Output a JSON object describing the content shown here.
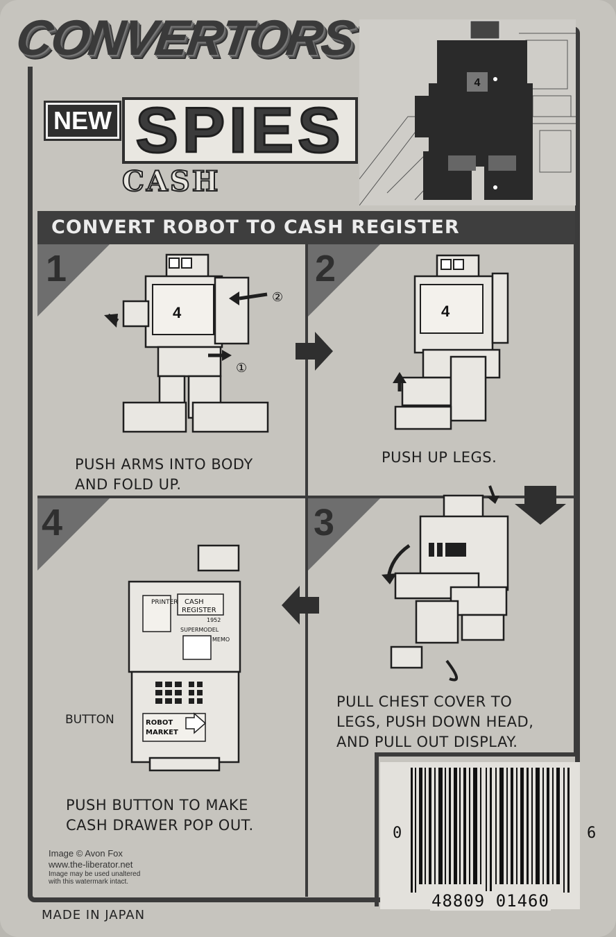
{
  "brand": {
    "series": "CONVERTORS",
    "tag": "NEW",
    "line": "SPIES",
    "name": "CASH"
  },
  "banner": "CONVERT ROBOT TO CASH REGISTER",
  "steps": [
    {
      "number": "1",
      "caption_1": "PUSH ARMS INTO BODY",
      "caption_2": "AND FOLD UP.",
      "markers": [
        "①",
        "②"
      ]
    },
    {
      "number": "2",
      "caption_1": "PUSH UP LEGS."
    },
    {
      "number": "3",
      "caption_1": "PULL CHEST COVER TO",
      "caption_2": "LEGS, PUSH DOWN HEAD,",
      "caption_3": "AND PULL OUT DISPLAY."
    },
    {
      "number": "4",
      "caption_1": "PUSH BUTTON TO MAKE",
      "caption_2": "CASH DRAWER POP OUT.",
      "label": "BUTTON",
      "panel": {
        "printer": "PRINTER",
        "register_1": "CASH",
        "register_2": "REGISTER",
        "year": "1952",
        "model": "SUPERMODEL",
        "memo": "MEMO",
        "market_1": "ROBOT",
        "market_2": "MARKET"
      }
    }
  ],
  "chest_number": "4",
  "watermark": {
    "line1": "Image © Avon Fox",
    "line2": "www.the-liberator.net",
    "line3": "Image may be used unaltered",
    "line4": "with this watermark intact."
  },
  "barcode": {
    "left_digit": "0",
    "right_digit": "6",
    "number": "48809 01460"
  },
  "footer": "MADE IN JAPAN",
  "colors": {
    "card": "#c6c4be",
    "ink": "#3b3b3b",
    "banner": "#3e3e3e"
  }
}
